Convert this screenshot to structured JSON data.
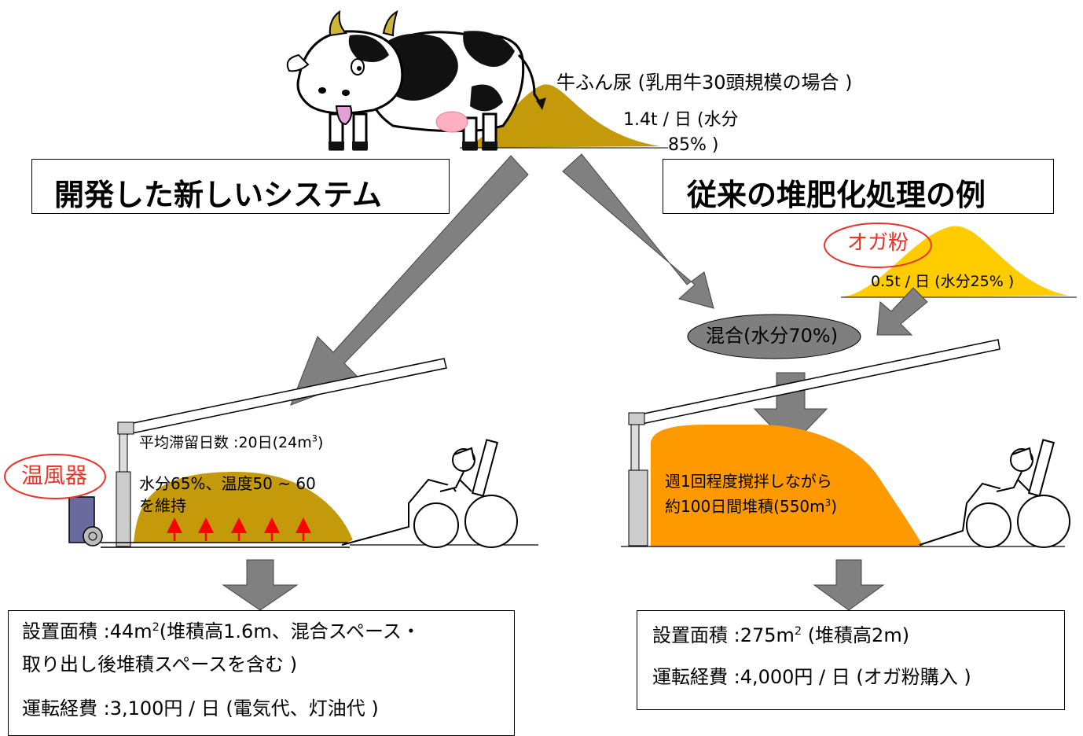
{
  "cow_manure": {
    "label": "牛ふん尿 (乳用牛30頭規模の場合 )",
    "amount_line1": "1.4t / 日 (水分",
    "amount_line2": "85% )"
  },
  "new_system": {
    "title": "開発した新しいシステム",
    "heater_label": "温風器",
    "retention_prefix": "平均滞留日数 :20日(24m",
    "retention_sup": "3",
    "retention_suffix": ")",
    "condition_line1": "水分65%、温度50 ~ 60",
    "condition_line2": "を維持",
    "result": {
      "area_prefix": "設置面積 :44m",
      "area_sup": "2",
      "area_suffix": "(堆積高1.6m、混合スペース・",
      "area_line2": "取り出し後堆積スペースを含む )",
      "cost": "運転経費 :3,100円 / 日 (電気代、灯油代 )"
    }
  },
  "conventional": {
    "title": "従来の堆肥化処理の例",
    "sawdust_label": "オガ粉",
    "sawdust_amount": "0.5t / 日 (水分25% )",
    "mix_label": "混合(水分70%)",
    "pile_line1": "週1回程度撹拌しながら",
    "pile_line2_prefix": "約100日間堆積(550m",
    "pile_line2_sup": "3",
    "pile_line2_suffix": ")",
    "result": {
      "area_prefix": "設置面積 :275m",
      "area_sup": "2",
      "area_suffix": " (堆積高2m)",
      "cost": "運転経費 :4,000円 / 日 (オガ粉購入 )"
    }
  },
  "colors": {
    "manure": "#c49a0a",
    "sawdust": "#ffcc00",
    "compost": "#ff9900",
    "arrow": "#808080",
    "mix_ellipse": "#7f7f7f",
    "heater": "#6a6a9e",
    "warm_air": "#ff0000",
    "label_red": "#e8332a"
  }
}
